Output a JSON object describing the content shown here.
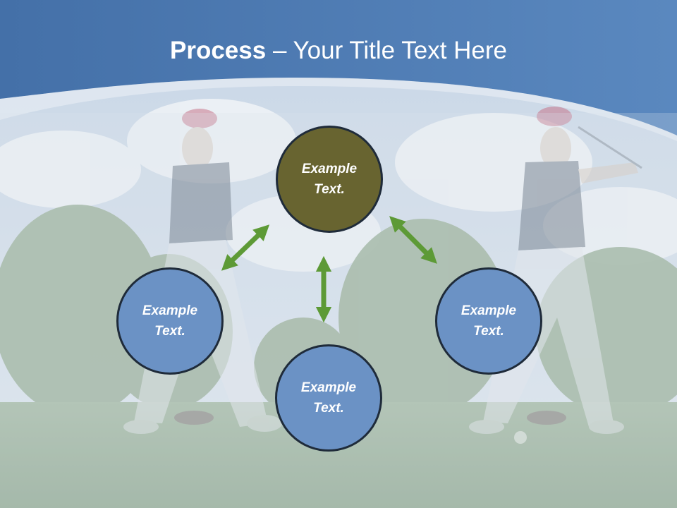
{
  "title": {
    "bold": "Process",
    "rest": " – Your Title Text Here"
  },
  "circles": {
    "top": {
      "line1": "Example",
      "line2": "Text."
    },
    "left": {
      "line1": "Example",
      "line2": "Text."
    },
    "bottom": {
      "line1": "Example",
      "line2": "Text."
    },
    "right": {
      "line1": "Example",
      "line2": "Text."
    }
  },
  "colors": {
    "header": "#4a78b0",
    "circle_blue": "#6b92c5",
    "circle_olive": "#686430",
    "arrow_green": "#5d9a36"
  }
}
